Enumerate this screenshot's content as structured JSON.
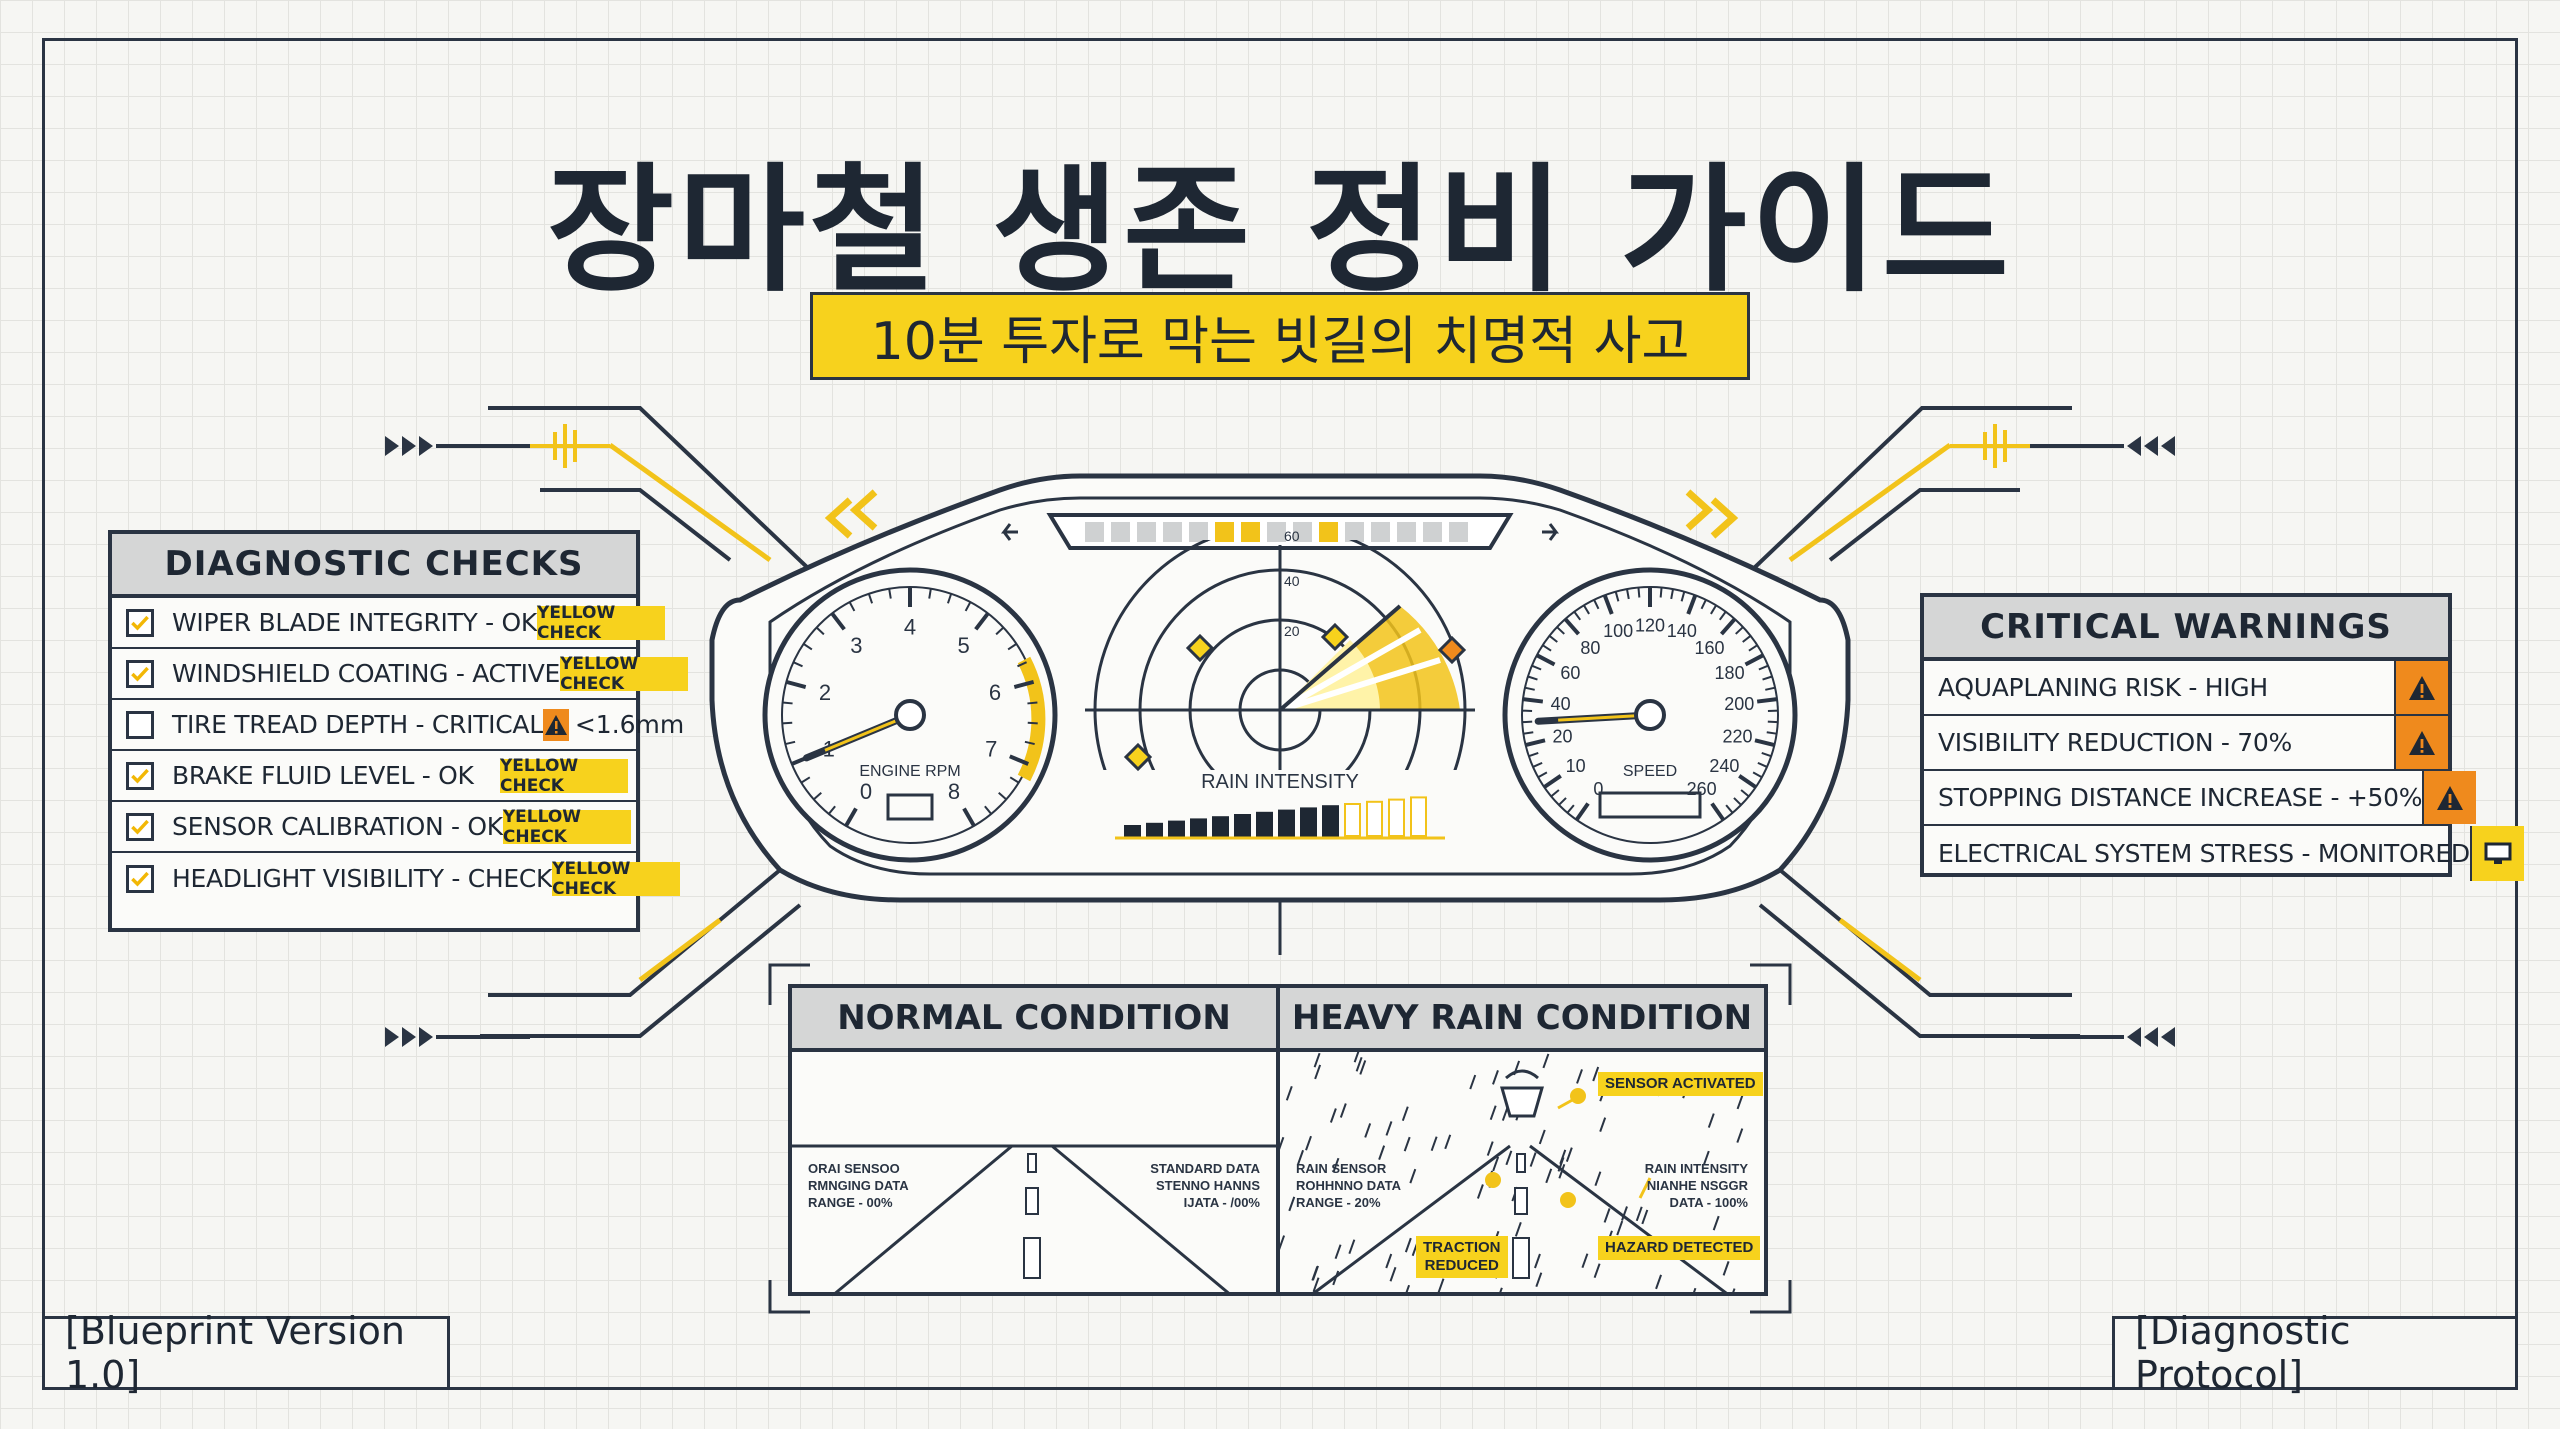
{
  "title": "장마철 생존 정비 가이드",
  "subtitle": "10분 투자로 막는 빗길의 치명적 사고",
  "diagnostic": {
    "header": "DIAGNOSTIC CHECKS",
    "items": [
      {
        "label": "WIPER BLADE INTEGRITY - OK",
        "checked": true,
        "tag": "YELLOW CHECK"
      },
      {
        "label": "WINDSHIELD COATING - ACTIVE",
        "checked": true,
        "tag": "YELLOW CHECK"
      },
      {
        "label": "TIRE TREAD DEPTH - CRITICAL",
        "checked": false,
        "tag": "<1.6mm"
      },
      {
        "label": "BRAKE FLUID LEVEL - OK",
        "checked": true,
        "tag": "YELLOW CHECK"
      },
      {
        "label": "SENSOR CALIBRATION - OK",
        "checked": true,
        "tag": "YELLOW CHECK"
      },
      {
        "label": "HEADLIGHT VISIBILITY - CHECK",
        "checked": true,
        "tag": "YELLOW CHECK"
      }
    ]
  },
  "warnings": {
    "header": "CRITICAL WARNINGS",
    "items": [
      {
        "label": "AQUAPLANING RISK - HIGH",
        "icon": "warning-triangle-icon"
      },
      {
        "label": "VISIBILITY REDUCTION - 70%",
        "icon": "warning-triangle-icon"
      },
      {
        "label": "STOPPING DISTANCE INCREASE - +50%",
        "icon": "warning-triangle-icon"
      },
      {
        "label": "ELECTRICAL SYSTEM STRESS - MONITORED",
        "icon": "monitor-icon"
      }
    ]
  },
  "gauges": {
    "rpm": {
      "label": "ENGINE RPM",
      "ticks": [
        "0",
        "1",
        "2",
        "3",
        "4",
        "5",
        "6",
        "7",
        "8"
      ],
      "value": 1.0
    },
    "speed": {
      "label": "SPEED",
      "ticks": [
        "0",
        "10",
        "20",
        "40",
        "60",
        "80",
        "100",
        "120",
        "140",
        "160",
        "180",
        "200",
        "220",
        "240",
        "260"
      ],
      "value": 30
    },
    "rain": {
      "label": "RAIN INTENSITY",
      "rings": [
        "60",
        "40",
        "20"
      ],
      "bars_filled": 10,
      "bars_total": 14
    }
  },
  "conditions": {
    "normal": {
      "header": "NORMAL CONDITION",
      "left_text": [
        "ORAI SENSOO",
        "RMNGING DATA",
        "RANGE - 00%"
      ],
      "right_text": [
        "STANDARD DATA",
        "STENNO HANNS",
        "IJATA - /00%"
      ]
    },
    "heavy": {
      "header": "HEAVY RAIN CONDITION",
      "left_text": [
        "RAIN SENSOR",
        "ROHHNNO DATA",
        "RANGE - 20%"
      ],
      "right_text": [
        "RAIN INTENSITY",
        "NIANHE NSGGR",
        "DATA - 100%"
      ],
      "sensor_label": "SENSOR ACTIVATED",
      "traction_label": [
        "TRACTION",
        "REDUCED"
      ],
      "hazard_label": "HAZARD DETECTED"
    }
  },
  "footer": {
    "left": "[Blueprint Version 1.0]",
    "right": "[Diagnostic Protocol]"
  },
  "colors": {
    "accent": "#f7d21d",
    "warning": "#ef8a1d",
    "ink": "#2a3443"
  }
}
